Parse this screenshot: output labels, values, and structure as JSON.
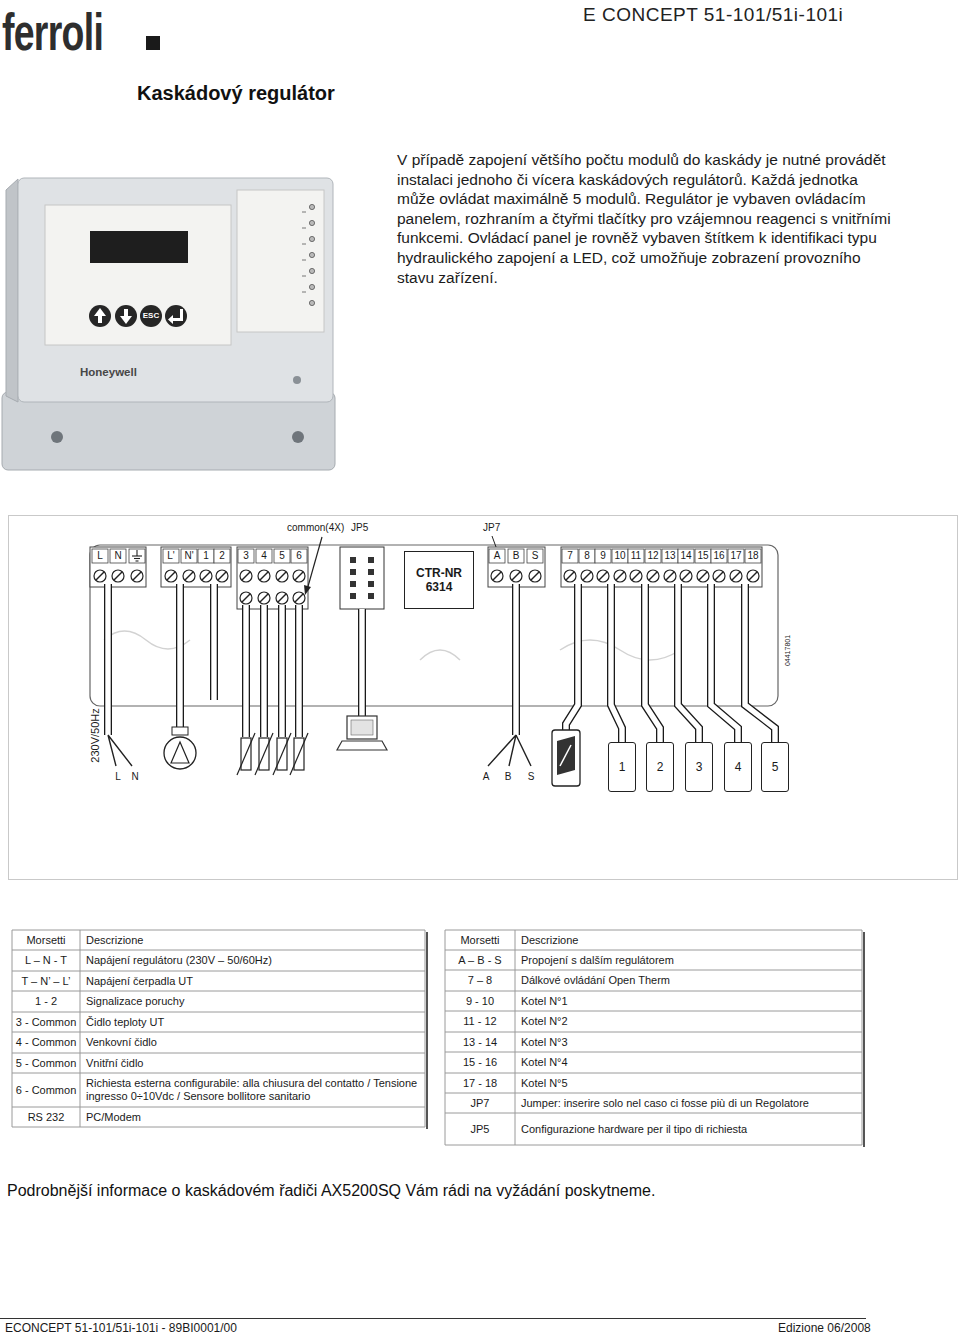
{
  "diagram": {
    "title": "Kaskádový regulátor",
    "nodes": [
      {
        "text": [
          "CTR-NR 6314"
        ]
      },
      {
        "text": [
          "1"
        ]
      },
      {
        "text": [
          "2"
        ]
      },
      {
        "text": [
          "3"
        ]
      },
      {
        "text": [
          "4"
        ]
      },
      {
        "text": [
          "5"
        ]
      }
    ],
    "labels": [
      "ferroli",
      "E CONCEPT 51-101/51i-101i",
      "V případě zapojení většího počtu modulů do kaskády je nutné provádět instalaci jednoho či vícera kaskádových regulátorů. Každá jednotka může ovládat maximálně 5 modulů. Regulátor je vybaven ovládacím panelem, rozhraním a čtyřmi tlačítky pro vzájemnou reagenci s vnitřními funkcemi. Ovládací panel je rovněž vybaven štítkem k identifikaci typu hydraulického zapojení a LED, což umožňuje zobrazení provozního stavu zařízení.",
      "ESC",
      "Honeywell",
      "common(4X)",
      "JP5",
      "JP7",
      "L",
      "N",
      "L'",
      "N'",
      "1",
      "2",
      "3",
      "4",
      "5",
      "6",
      "A",
      "B",
      "S",
      "7",
      "8",
      "9",
      "10",
      "11",
      "12",
      "13",
      "14",
      "15",
      "16",
      "17",
      "18",
      "230V/50Hz",
      "L",
      "N",
      "A",
      "B",
      "S",
      "04417801",
      "Morsetti",
      "Descrizione",
      "L – N - T",
      "Napájení regulátoru (230V – 50/60Hz)",
      "T – N’ – L’",
      "Napájení čerpadla UT",
      "1 - 2",
      "Signalizace poruchy",
      "3 - Common",
      "Čidlo teploty UT",
      "4 - Common",
      "Venkovní čidlo",
      "5 - Common",
      "Vnitřní čidlo",
      "6 - Common",
      "Richiesta esterna configurabile: alla chiusura del contatto / Tensione ingresso 0÷10Vdc / Sensore bollitore sanitario",
      "RS 232",
      "PC/Modem",
      "Morsetti",
      "Descrizione",
      "A – B - S",
      "Propojení s dalším regulátorem",
      "7 – 8",
      "Dálkové ovládání Open Therm",
      "9 - 10",
      "Kotel N°1",
      "11 - 12",
      "Kotel N°2",
      "13 - 14",
      "Kotel N°3",
      "15 - 16",
      "Kotel N°4",
      "17 - 18",
      "Kotel N°5",
      "JP7",
      "Jumper: inserire solo nel caso ci fosse più di un Regolatore",
      "JP5",
      "Configurazione hardware per il tipo di richiesta",
      "Podrobnější informace o kaskádovém řadiči AX5200SQ Vám rádi na vyžádání poskytneme.",
      "ECONCEPT 51-101/51i-101i - 89BI0001/00",
      "Edizione 06/2008"
    ]
  }
}
